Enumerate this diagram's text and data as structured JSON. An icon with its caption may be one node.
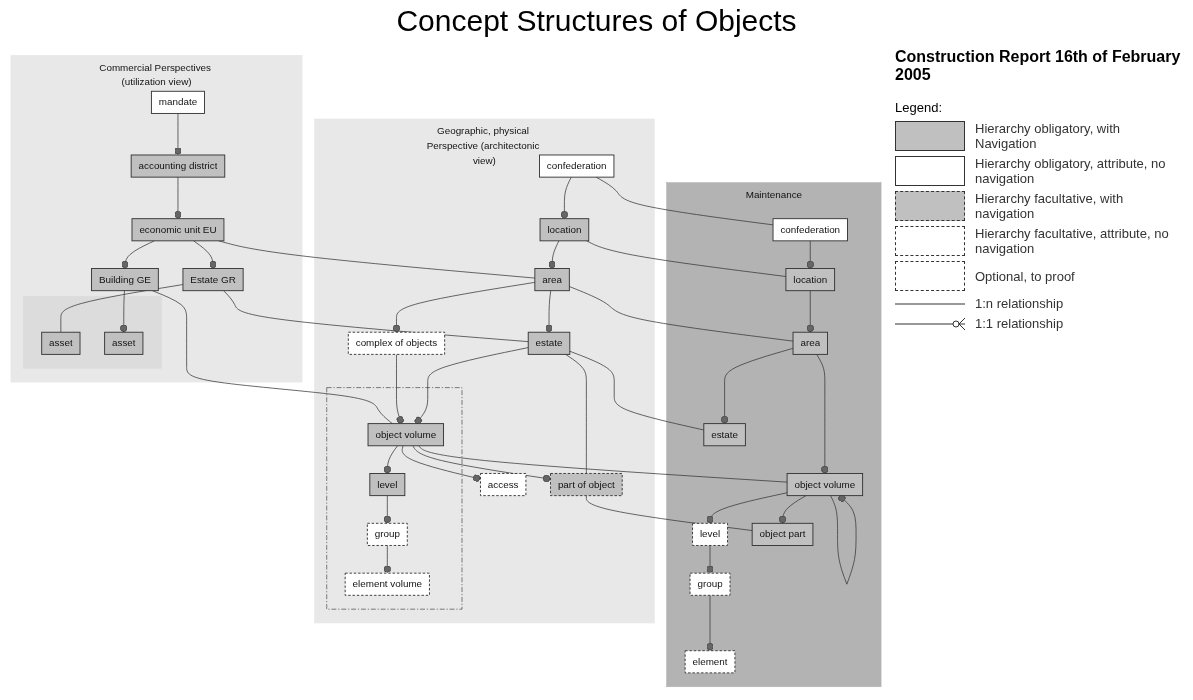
{
  "diagram": {
    "title": "Concept Structures of Objects",
    "nodes": [
      {
        "text": [
          "Commercial Perspectives (utilization view)"
        ]
      },
      {
        "text": [
          "mandate"
        ],
        "in": 0
      },
      {
        "text": [
          "accounting district"
        ],
        "in": 0
      },
      {
        "text": [
          "economic unit EU"
        ],
        "in": 0
      },
      {
        "text": [
          "Estate GR"
        ],
        "in": 0
      },
      {
        "text": [
          "Building GE"
        ],
        "in": 0
      },
      {
        "text": [],
        "shape": "box",
        "in": 0
      },
      {
        "text": [
          "asset"
        ],
        "in": 6
      },
      {
        "text": [
          "asset"
        ],
        "in": 6
      },
      {
        "text": [
          "Geographic, physical Perspective (architectonic view)"
        ]
      },
      {
        "text": [
          "confederation"
        ],
        "in": 9
      },
      {
        "text": [
          "location"
        ],
        "in": 9
      },
      {
        "text": [
          "area"
        ],
        "in": 9
      },
      {
        "text": [
          "estate"
        ],
        "in": 9
      },
      {
        "text": [
          "complex of objects"
        ],
        "in": 9
      },
      {
        "text": [],
        "shape": "box",
        "in": 9
      },
      {
        "text": [
          "object volume"
        ],
        "in": 15
      },
      {
        "text": [
          "access"
        ],
        "in": 9
      },
      {
        "text": [
          "level"
        ],
        "in": 15
      },
      {
        "text": [
          "part of object"
        ],
        "in": 9
      },
      {
        "text": [
          "group"
        ],
        "in": 15
      },
      {
        "text": [
          "element volume"
        ],
        "in": 15
      },
      {
        "text": [
          "Maintenance"
        ]
      },
      {
        "text": [
          "confederation"
        ],
        "in": 22
      },
      {
        "text": [
          "location"
        ],
        "in": 22
      },
      {
        "text": [
          "area"
        ],
        "in": 22
      },
      {
        "text": [
          "estate"
        ],
        "in": 22
      },
      {
        "text": [
          "object volume"
        ],
        "in": 22
      },
      {
        "text": [
          "object part"
        ],
        "in": 22
      },
      {
        "text": [
          "level"
        ],
        "in": 22
      },
      {
        "text": [
          "group"
        ],
        "in": 22
      },
      {
        "text": [
          "element"
        ],
        "in": 22
      }
    ],
    "edges": [
      {
        "from": 1,
        "to": 2,
        "arrow": "other"
      },
      {
        "from": 2,
        "to": 3,
        "arrow": "other"
      },
      {
        "from": 3,
        "to": 4,
        "arrow": "other"
      },
      {
        "from": 3,
        "to": 5,
        "arrow": "other"
      },
      {
        "from": 5,
        "to": 7,
        "arrow": "other"
      },
      {
        "from": 4,
        "to": 8,
        "arrow": "none"
      },
      {
        "from": 3,
        "to": 12,
        "arrow": "none"
      },
      {
        "from": 4,
        "to": 13,
        "arrow": "none"
      },
      {
        "from": 5,
        "to": 16,
        "arrow": "none"
      },
      {
        "from": 10,
        "to": 11,
        "arrow": "other"
      },
      {
        "from": 11,
        "to": 12,
        "arrow": "other"
      },
      {
        "from": 12,
        "to": 13,
        "arrow": "other"
      },
      {
        "from": 12,
        "to": 14,
        "arrow": "other"
      },
      {
        "from": 14,
        "to": 16,
        "arrow": "other"
      },
      {
        "from": 13,
        "to": 16,
        "arrow": "other"
      },
      {
        "from": 13,
        "to": 19,
        "arrow": "none"
      },
      {
        "from": 16,
        "to": 17,
        "arrow": "other"
      },
      {
        "from": 16,
        "to": 18,
        "arrow": "other"
      },
      {
        "from": 16,
        "to": 19,
        "arrow": "other"
      },
      {
        "from": 18,
        "to": 20,
        "arrow": "other"
      },
      {
        "from": 20,
        "to": 21,
        "arrow": "other"
      },
      {
        "from": 10,
        "to": 23,
        "arrow": "none"
      },
      {
        "from": 11,
        "to": 24,
        "arrow": "none"
      },
      {
        "from": 12,
        "to": 25,
        "arrow": "none"
      },
      {
        "from": 13,
        "to": 26,
        "arrow": "none"
      },
      {
        "from": 16,
        "to": 27,
        "arrow": "none"
      },
      {
        "from": 19,
        "to": 28,
        "arrow": "none"
      },
      {
        "from": 23,
        "to": 24,
        "arrow": "other"
      },
      {
        "from": 24,
        "to": 25,
        "arrow": "other"
      },
      {
        "from": 25,
        "to": 26,
        "arrow": "other"
      },
      {
        "from": 25,
        "to": 27,
        "arrow": "other"
      },
      {
        "from": 27,
        "to": 27,
        "arrow": "other"
      },
      {
        "from": 27,
        "to": 28,
        "arrow": "other"
      },
      {
        "from": 27,
        "to": 29,
        "arrow": "other"
      },
      {
        "from": 29,
        "to": 30,
        "arrow": "other"
      },
      {
        "from": 30,
        "to": 31,
        "arrow": "other"
      }
    ],
    "labels": [
      "Construction Report 16th of February 2005",
      "Legend:"
    ],
    "legend": [
      {
        "text": "Hierarchy obligatory, with Navigation"
      },
      {
        "text": "Hierarchy obligatory, attribute, no navigation"
      },
      {
        "text": "Hierarchy facultative, with navigation"
      },
      {
        "text": "Hierarchy facultative, attribute, no navigation"
      },
      {
        "text": "Optional, to proof"
      },
      {
        "text": "1:n relationship"
      },
      {
        "text": "1:1 relationship"
      }
    ]
  }
}
